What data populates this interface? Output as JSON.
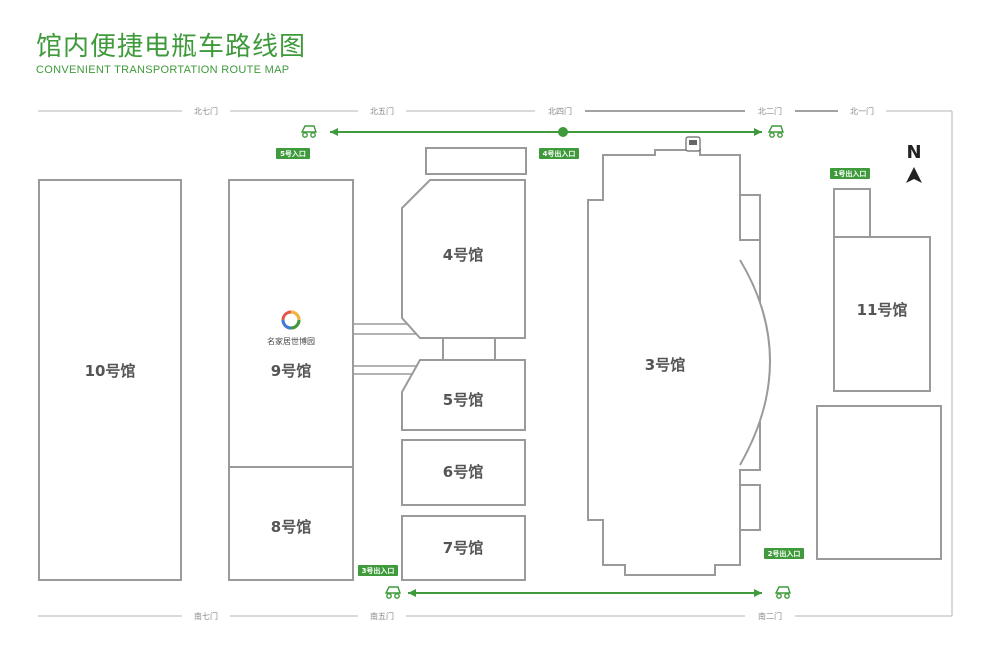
{
  "header": {
    "title": "馆内便捷电瓶车路线图",
    "subtitle": "CONVENIENT TRANSPORTATION ROUTE MAP"
  },
  "colors": {
    "accent": "#3e9a3a",
    "outline": "#9a9a9a",
    "text": "#555555"
  },
  "compass": {
    "label": "N"
  },
  "gates_north": [
    "北七门",
    "北五门",
    "北四门",
    "北二门",
    "北一门"
  ],
  "gates_south": [
    "南七门",
    "南五门",
    "南二门"
  ],
  "halls": {
    "h10": "10号馆",
    "h9": "9号馆",
    "h8": "8号馆",
    "h4": "4号馆",
    "h5": "5号馆",
    "h6": "6号馆",
    "h7": "7号馆",
    "h3": "3号馆",
    "h11": "11号馆"
  },
  "sponsor_logo_text": "名家居世博园",
  "badges": {
    "entry5": "5号入口",
    "exit4": "4号出入口",
    "exit1": "1号出入口",
    "exit3": "3号出入口",
    "exit2": "2号出入口"
  },
  "icons": [
    "electric-cart-icon",
    "compass-arrow-icon",
    "toilet-icon",
    "brand-ring-icon"
  ]
}
